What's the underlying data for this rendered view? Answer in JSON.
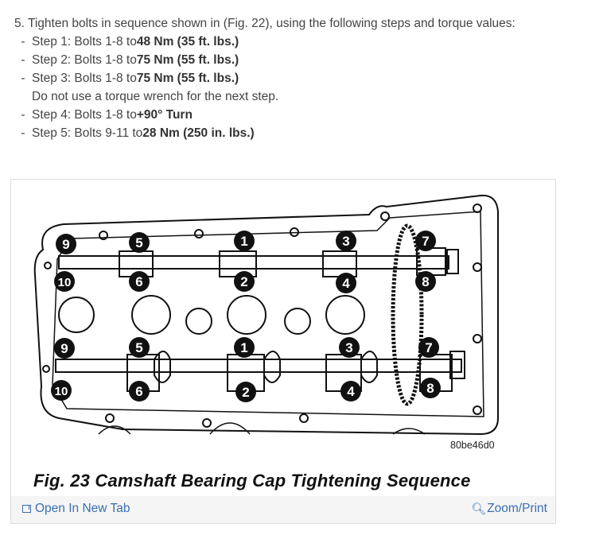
{
  "instructions": {
    "intro": "5. Tighten bolts in sequence shown in (Fig. 22), using the following steps and torque values:",
    "steps": [
      {
        "prefix": "Step 1: Bolts 1-8 to ",
        "value": "48 Nm (35 ft. lbs.)"
      },
      {
        "prefix": "Step 2: Bolts 1-8 to ",
        "value": "75 Nm (55 ft. lbs.)"
      },
      {
        "prefix": "Step 3: Bolts 1-8 to ",
        "value": "75 Nm (55 ft. lbs.)"
      }
    ],
    "note": "Do not use a torque wrench for the next step.",
    "steps_after": [
      {
        "prefix": "Step 4: Bolts 1-8 to ",
        "value": "+90° Turn"
      },
      {
        "prefix": "Step 5: Bolts 9-11 to ",
        "value": "28 Nm (250 in. lbs.)"
      }
    ]
  },
  "figure": {
    "caption": "Fig. 23 Camshaft Bearing Cap Tightening Sequence",
    "ref_code": "80be46d0",
    "bolt_labels": [
      "1",
      "2",
      "3",
      "4",
      "5",
      "6",
      "7",
      "8",
      "9",
      "10"
    ],
    "actions": {
      "open_label": "Open In New Tab",
      "zoom_label": "Zoom/Print",
      "open_icon": "open-new-tab-icon",
      "zoom_icon": "magnifier-icon",
      "link_color": "#3a6fb0"
    }
  }
}
